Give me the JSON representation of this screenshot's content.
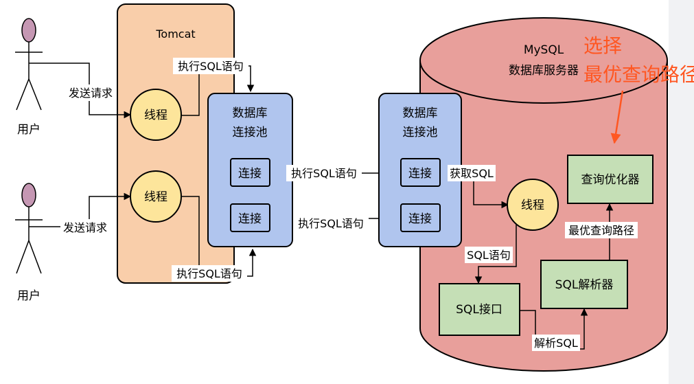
{
  "users": [
    {
      "label": "用户"
    },
    {
      "label": "用户"
    }
  ],
  "tomcat": {
    "title": "Tomcat"
  },
  "threads": {
    "label": "线程"
  },
  "send_request": "发送请求",
  "exec_sql": "执行SQL语句",
  "pool": {
    "title_line1": "数据库",
    "title_line2": "连接池",
    "connection": "连接"
  },
  "mysql": {
    "title_line1": "MySQL",
    "title_line2": "数据库服务器"
  },
  "get_sql": "获取SQL",
  "sql_statement": "SQL语句",
  "sql_interface": "SQL接口",
  "parse_sql": "解析SQL",
  "sql_parser": "SQL解析器",
  "optimal_path": "最优查询路径",
  "query_optimizer": "查询优化器",
  "annotation": {
    "line1": "选择",
    "line2": "最优查询路径"
  },
  "colors": {
    "tomcat_fill": "#f9ceaa",
    "thread_fill": "#fde59b",
    "pool_fill": "#b0c5ee",
    "db_fill": "#e89f9b",
    "component_fill": "#c5dfb6",
    "user_head": "#c597b3",
    "annotation": "#ff5722"
  }
}
